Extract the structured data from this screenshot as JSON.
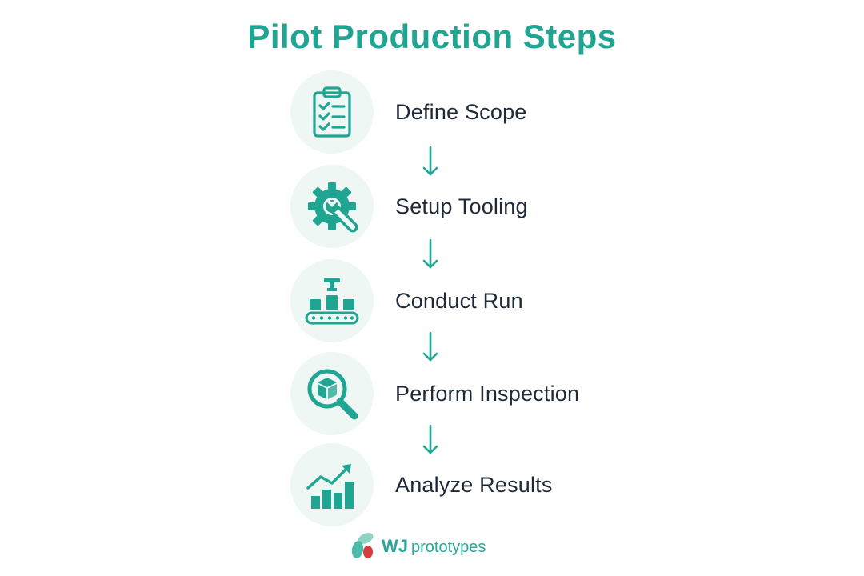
{
  "title": "Pilot Production Steps",
  "colors": {
    "accent": "#1fa591",
    "circle_bg": "#eef7f4",
    "text": "#1f2937",
    "brand_red": "#d63d3d"
  },
  "steps": [
    {
      "label": "Define Scope",
      "icon": "clipboard-checklist-icon"
    },
    {
      "label": "Setup Tooling",
      "icon": "gear-wrench-icon"
    },
    {
      "label": "Conduct Run",
      "icon": "conveyor-belt-icon"
    },
    {
      "label": "Perform Inspection",
      "icon": "magnifier-box-icon"
    },
    {
      "label": "Analyze Results",
      "icon": "growth-chart-icon"
    }
  ],
  "brand": {
    "initials": "WJ",
    "name": "prototypes"
  }
}
